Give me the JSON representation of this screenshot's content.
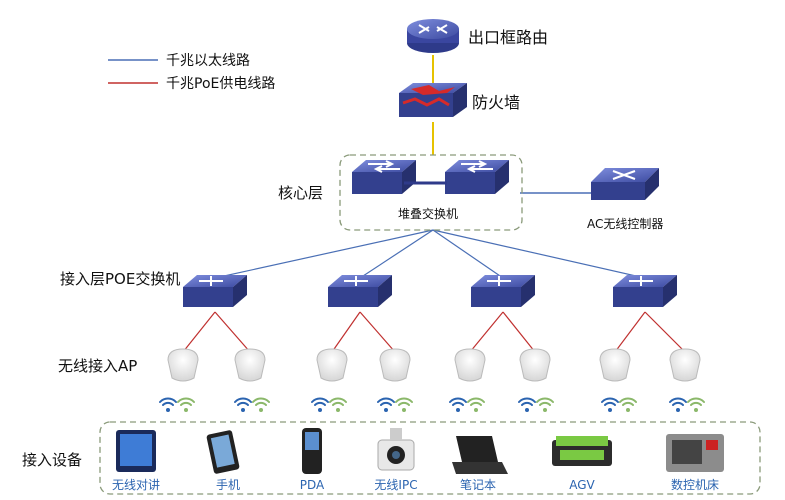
{
  "legend": {
    "ethernet": "千兆以太线路",
    "poe": "千兆PoE供电线路"
  },
  "nodes": {
    "router": "出口框路由",
    "firewall": "防火墙",
    "core_layer": "核心层",
    "stack_switch": "堆叠交换机",
    "ac_controller": "AC无线控制器",
    "access_layer": "接入层POE交换机",
    "ap_layer": "无线接入AP",
    "devices_layer": "接入设备"
  },
  "devices": [
    "无线对讲",
    "手机",
    "PDA",
    "无线IPC",
    "笔记本",
    "AGV",
    "数控机床"
  ],
  "colors": {
    "ethernet_line": "#4a6fb5",
    "poe_line": "#c0302f",
    "uplink_line": "#e6c200",
    "device_label": "#2b64b0",
    "box_border": "#8a9a7a"
  }
}
